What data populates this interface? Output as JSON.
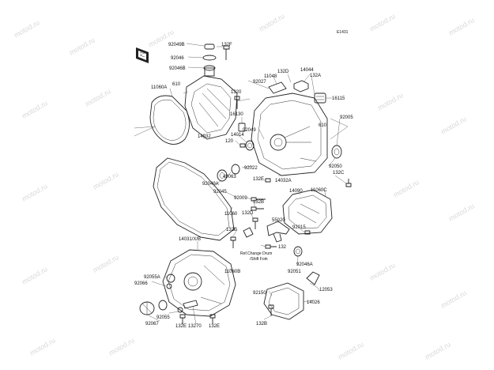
{
  "diagram_code": "E1431",
  "watermark": "motod.ru",
  "labels": {
    "p92049b": "92049B",
    "p132f": "132F",
    "p92046": "92046",
    "p92046b": "92046B",
    "p11060a": "11060A",
    "p610a": "610",
    "p14032": "14032",
    "p120": "120",
    "p132a_top": "1320",
    "p92027": "92027",
    "p11048": "11048",
    "p132d": "132D",
    "p14044": "14044",
    "p132a": "132A",
    "p16115": "16115",
    "p16130": "16130",
    "p92049": "92049",
    "p14014": "14014",
    "p610b": "610",
    "p92005": "92005",
    "p92022": "92022",
    "p49063": "49063",
    "p92049a": "92049A",
    "p132e_mid": "132E",
    "p14032a": "14032A",
    "p92050": "92050",
    "p132c": "132C",
    "p14090": "14090",
    "p11060c": "11060C",
    "p92045": "92045",
    "p92009": "92009",
    "p132b_a": "132B",
    "p11060": "11060",
    "p132d_b": "132D",
    "p55020": "55020",
    "p132b_b": "132B",
    "p92015": "92015",
    "p14031": "14031/X/B",
    "p132_c": "132",
    "ref_line1": "Ref.Change Drum",
    "ref_line2": "/Shift Fork",
    "p92046a": "92046A",
    "p92051": "92051",
    "p11060b": "11060B",
    "p92055a": "92055A",
    "p92066": "92066",
    "p12053": "12053",
    "p92150": "92150",
    "p14026": "14026",
    "p92055": "92055",
    "p92067": "92067",
    "p132e_a": "132E",
    "p13270": "13270",
    "p132e_b": "132E",
    "p132b_c": "132B"
  }
}
